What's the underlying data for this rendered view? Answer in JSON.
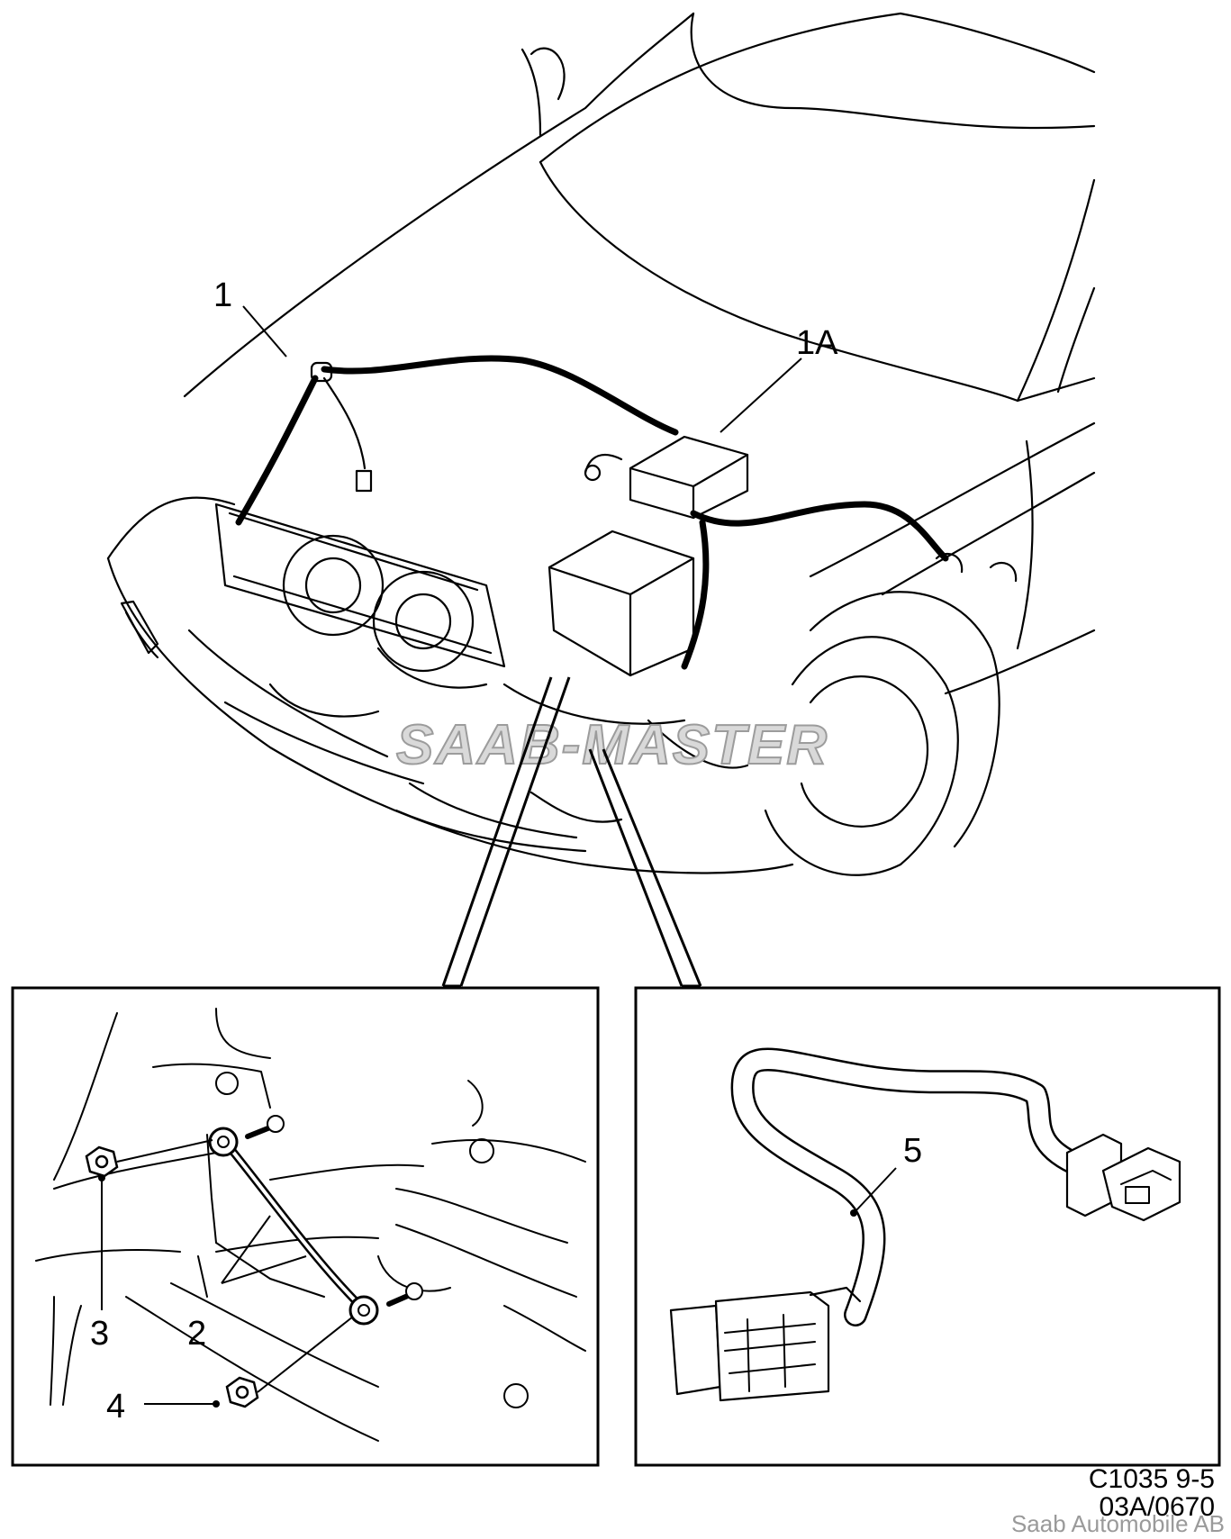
{
  "callouts": {
    "harness": "1",
    "harness_variant": "1A",
    "ground_strap": "2",
    "nut_upper": "3",
    "nut_lower": "4",
    "adapter_cable": "5"
  },
  "watermark": "SAAB-MASTER",
  "drawing_code": "C1035 9-5",
  "drawing_ref": "03A/0670",
  "credit": "Saab Automobile AB"
}
